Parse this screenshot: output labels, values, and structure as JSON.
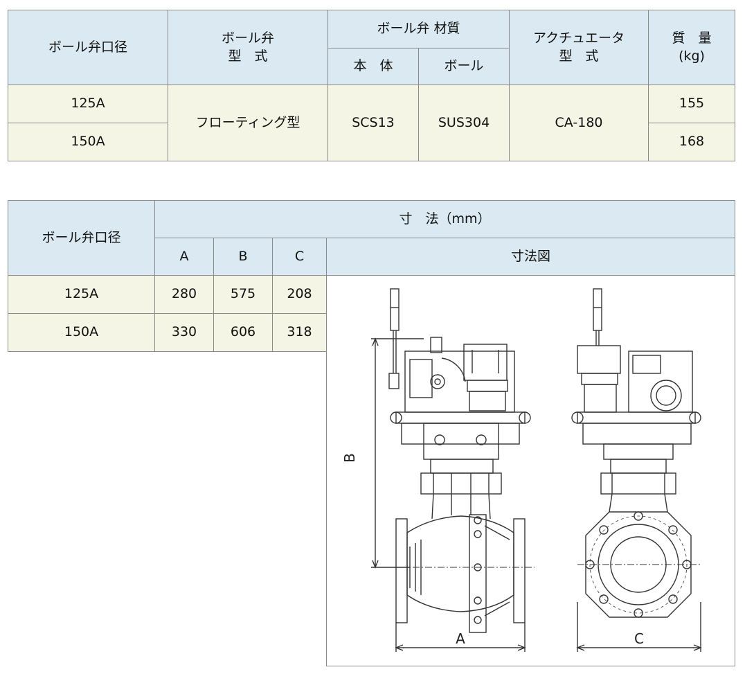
{
  "spec_table": {
    "headers": {
      "bore": "ボール弁口径",
      "valve_type": "ボール弁\n型　式",
      "material": "ボール弁 材質",
      "body": "本　体",
      "ball": "ボール",
      "actuator_type": "アクチュエータ\n型　式",
      "mass": "質　量\n(kg)"
    },
    "rows": [
      {
        "bore": "125A",
        "mass": "155"
      },
      {
        "bore": "150A",
        "mass": "168"
      }
    ],
    "shared": {
      "valve_type": "フローティング型",
      "body": "SCS13",
      "ball": "SUS304",
      "actuator_type": "CA-180"
    }
  },
  "dim_table": {
    "headers": {
      "bore": "ボール弁口径",
      "dimensions": "寸　法（mm）",
      "a": "A",
      "b": "B",
      "c": "C",
      "drawing": "寸法図"
    },
    "rows": [
      {
        "bore": "125A",
        "a": "280",
        "b": "575",
        "c": "208"
      },
      {
        "bore": "150A",
        "a": "330",
        "b": "606",
        "c": "318"
      }
    ],
    "drawing_labels": {
      "a": "A",
      "b": "B",
      "c": "C"
    }
  }
}
